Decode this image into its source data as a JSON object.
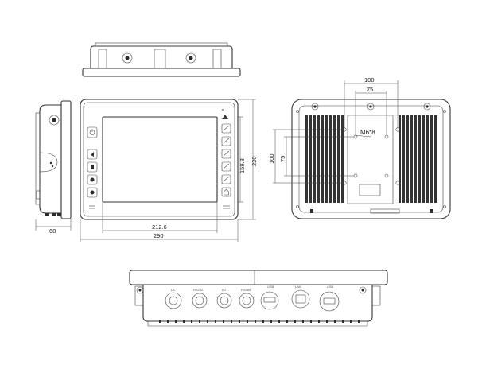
{
  "dimensions": {
    "front_width_inner": "212.6",
    "front_width_outer": "290",
    "front_height_inner": "159.8",
    "front_height_outer": "230",
    "side_depth": "68",
    "vesa_outer": "100",
    "vesa_inner": "75",
    "vesa_vertical_outer": "100",
    "vesa_vertical_inner": "75",
    "screw_callout": "M6*8"
  },
  "connector_labels": [
    "DC",
    "RS232",
    "I/O",
    "RS485",
    "USB",
    "LAN",
    "USB"
  ]
}
